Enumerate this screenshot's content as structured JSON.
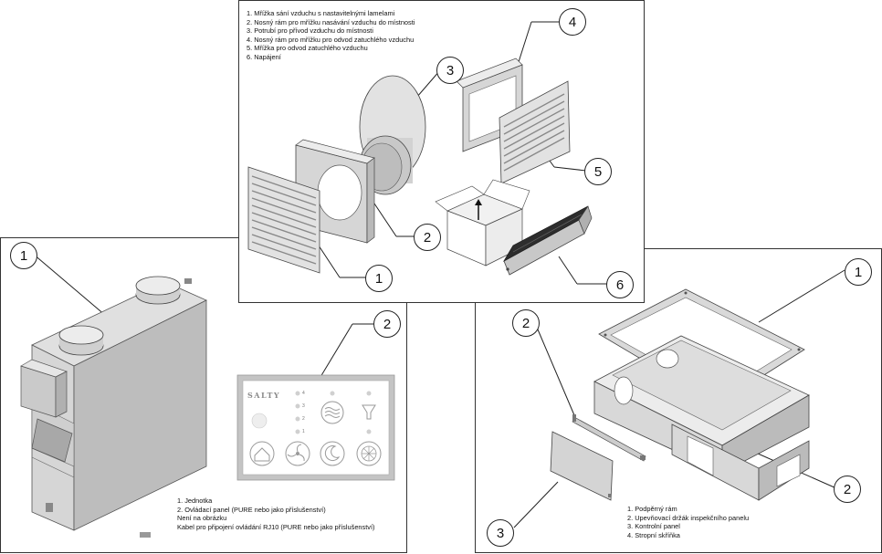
{
  "top_panel": {
    "legend": [
      "1. Mřížka sání vzduchu s nastavitelnými lamelami",
      "2. Nosný rám pro mřížku nasávání vzduchu do místnosti",
      "3. Potrubí pro přívod vzduchu do místnosti",
      "4. Nosný rám pro mřížku pro odvod zatuchlého vzduchu",
      "5. Mřížka pro odvod zatuchlého vzduchu",
      "6. Napájení"
    ],
    "callouts": [
      "1",
      "2",
      "3",
      "4",
      "5",
      "6"
    ]
  },
  "left_panel": {
    "legend": [
      "1. Jednotka",
      "2. Ovládací panel (PURE nebo jako příslušenství)",
      "Není na obrázku",
      "Kabel pro připojení ovládání RJ10 (PURE nebo jako příslušenství)"
    ],
    "callouts": [
      "1",
      "2"
    ],
    "control_panel": {
      "brand": "SALTY",
      "levels": [
        "4",
        "3",
        "2",
        "1"
      ]
    }
  },
  "right_panel": {
    "legend": [
      "1. Podpěrný rám",
      "2. Upevňovací držák inspekčního panelu",
      "3. Kontrolní panel",
      "4. Stropní skříňka"
    ],
    "callouts": [
      "1",
      "2",
      "3",
      "2"
    ]
  },
  "colors": {
    "line": "#222222",
    "metal_light": "#e4e4e4",
    "metal_mid": "#bdbdbd",
    "metal_dark": "#8c8c8c",
    "panel_frame": "#bfbfbf"
  }
}
